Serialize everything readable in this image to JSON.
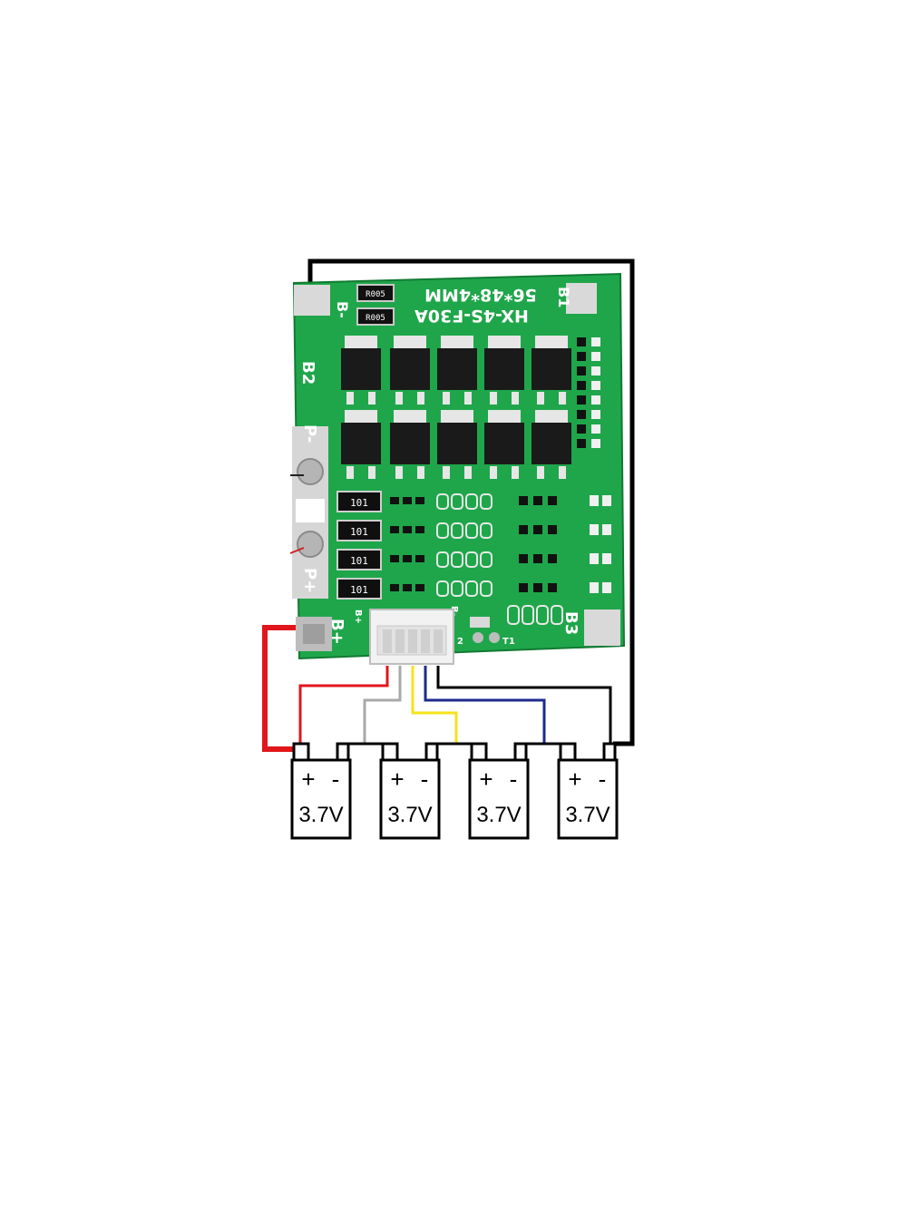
{
  "board": {
    "model_line1": "56*48*4MM",
    "model_line2": "HX-4S-F30A",
    "labels": {
      "b_minus": "B-",
      "b1": "B1",
      "b2": "B2",
      "b3": "B3",
      "p_minus": "P-",
      "p_plus": "P+",
      "b_plus": "B+",
      "conn_b_plus": "B+",
      "conn_b_minus": "B-",
      "t1": "T1",
      "t2": "2"
    },
    "shunt_code": "R005",
    "resistor_code": "101",
    "colors": {
      "pcb": "#1fa64a",
      "pcb_dark": "#168a3b",
      "mosfet": "#1a1a1a",
      "pad": "#d9d9d9"
    }
  },
  "cells": [
    {
      "plus": "+",
      "minus": "-",
      "voltage": "3.7V"
    },
    {
      "plus": "+",
      "minus": "-",
      "voltage": "3.7V"
    },
    {
      "plus": "+",
      "minus": "-",
      "voltage": "3.7V"
    },
    {
      "plus": "+",
      "minus": "-",
      "voltage": "3.7V"
    }
  ],
  "wires": {
    "colors": {
      "red": "#e1161c",
      "gray": "#a8a8a8",
      "yellow": "#f5e21a",
      "blue": "#1c2a8c",
      "black": "#000000"
    }
  }
}
